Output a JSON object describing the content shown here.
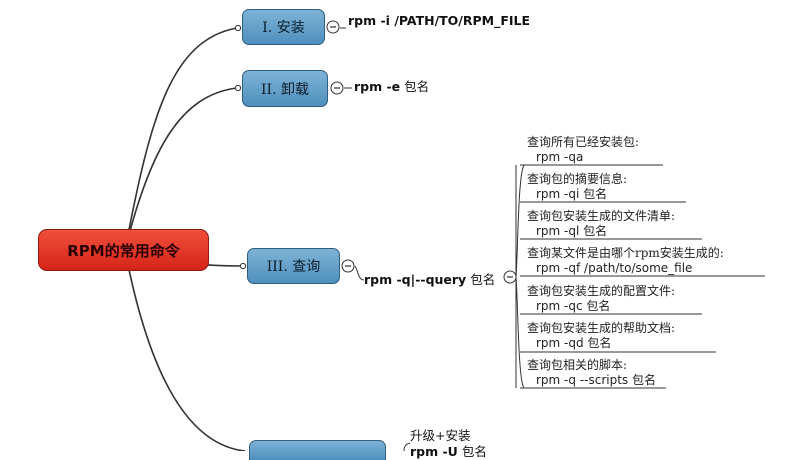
{
  "root": {
    "label": "RPM的常用命令"
  },
  "branches": [
    {
      "label": "I. 安装",
      "cmd": "rpm -i /PATH/TO/RPM_FILE",
      "suffix": ""
    },
    {
      "label": "II. 卸载",
      "cmd": "rpm -e",
      "suffix": "包名"
    },
    {
      "label": "III. 查询",
      "cmd": "rpm -q|--query",
      "suffix": "包名"
    }
  ],
  "query_items": [
    {
      "desc": "查询所有已经安装包:",
      "cmd": "rpm -qa"
    },
    {
      "desc": "查询包的摘要信息:",
      "cmd": "rpm -qi 包名"
    },
    {
      "desc": "查询包安装生成的文件清单:",
      "cmd": "rpm -ql 包名"
    },
    {
      "desc": "查询某文件是由哪个rpm安装生成的:",
      "cmd": "rpm -qf /path/to/some_file"
    },
    {
      "desc": "查询包安装生成的配置文件:",
      "cmd": "rpm -qc 包名"
    },
    {
      "desc": "查询包安装生成的帮助文档:",
      "cmd": "rpm -qd 包名"
    },
    {
      "desc": "查询包相关的脚本:",
      "cmd": "rpm -q --scripts 包名"
    }
  ],
  "upgrade": {
    "desc": "升级+安装",
    "cmd": "rpm -U",
    "suffix": "包名"
  },
  "collapse_symbol": "−"
}
